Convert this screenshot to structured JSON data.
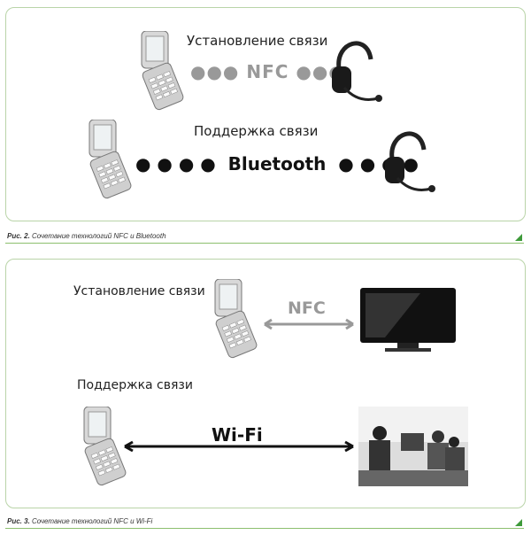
{
  "figure2": {
    "establish_label": "Установление связи",
    "nfc_label": "NFC",
    "support_label": "Поддержка связи",
    "bluetooth_label": "Bluetooth",
    "caption_num": "Рис. 2.",
    "caption_text": " Сочетание технологий NFC и Bluetooth"
  },
  "figure3": {
    "establish_label": "Установление связи",
    "nfc_label": "NFC",
    "support_label": "Поддержка связи",
    "wifi_label": "Wi-Fi",
    "caption_num": "Рис. 3.",
    "caption_text": " Сочетание технологий NFC и Wi-Fi"
  },
  "colors": {
    "accent": "#3e9a3a",
    "border": "#b9d4a8"
  }
}
